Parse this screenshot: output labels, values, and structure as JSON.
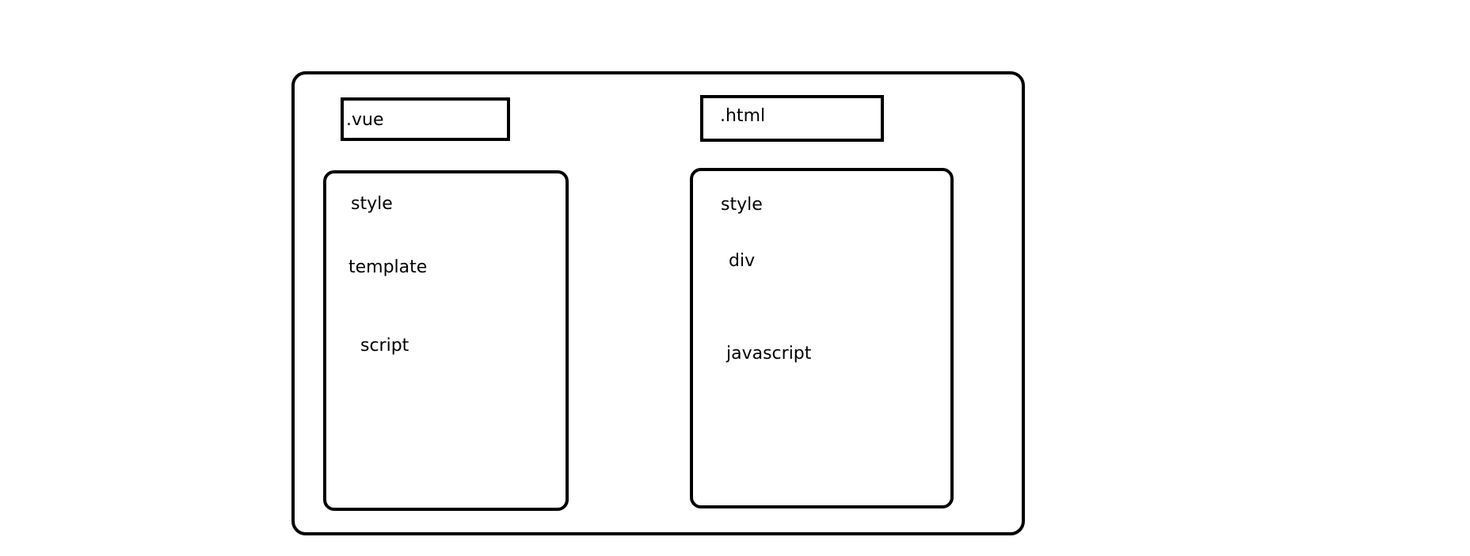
{
  "vue": {
    "title": ".vue",
    "items": [
      "style",
      "template",
      "script"
    ]
  },
  "html": {
    "title": ".html",
    "items": [
      "style",
      "div",
      "javascript"
    ]
  }
}
